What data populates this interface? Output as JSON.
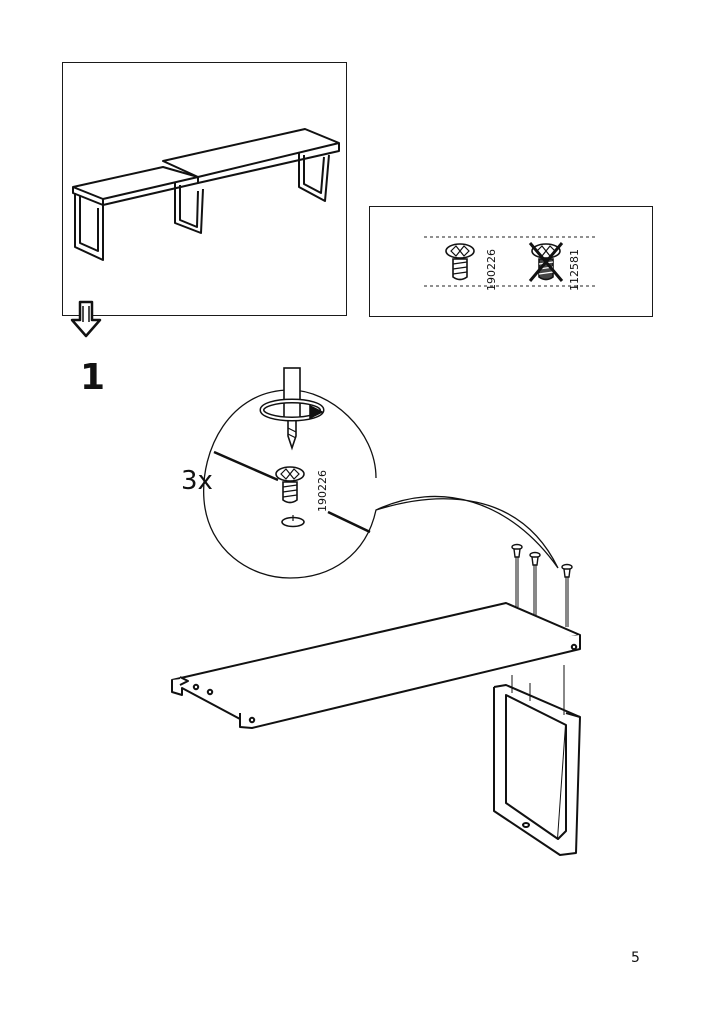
{
  "page": {
    "step_number": "1",
    "quantity": "3x",
    "page_number": "5"
  },
  "parts_panel": {
    "allowed_screw_code": "190226",
    "forbidden_screw_code": "112581"
  },
  "callout": {
    "screw_code": "190226"
  },
  "icons": {
    "overview": "bench-extended-illustration",
    "direction": "down-arrow-icon",
    "screwdriver": "screwdriver-rotate-icon",
    "allowed_screw": "screw-icon",
    "forbidden_screw": "crossed-out-screw-icon"
  }
}
